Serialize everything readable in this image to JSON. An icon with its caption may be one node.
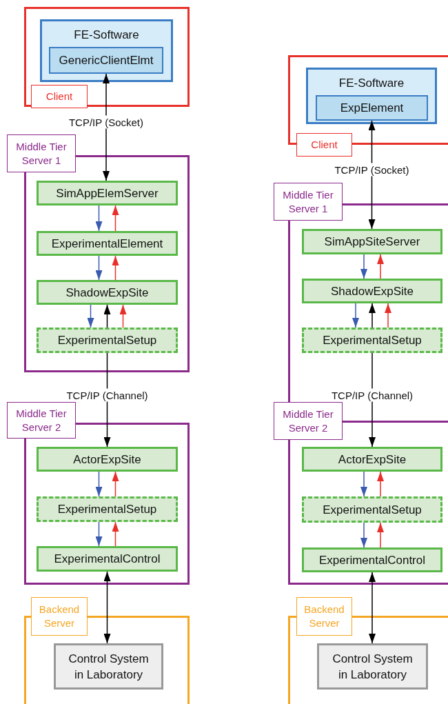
{
  "diagram": {
    "nodes": [
      {
        "text": [
          "Client"
        ]
      },
      {
        "text": [
          "FE-Software"
        ],
        "in": 0
      },
      {
        "text": [
          "GenericClientElmt"
        ],
        "in": 1
      },
      {
        "text": [
          "Middle Tier Server 1"
        ]
      },
      {
        "text": [
          "SimAppElemServer"
        ],
        "in": 3
      },
      {
        "text": [
          "ExperimentalElement"
        ],
        "in": 3
      },
      {
        "text": [
          "ShadowExpSite"
        ],
        "in": 3
      },
      {
        "text": [
          "ExperimentalSetup"
        ],
        "in": 3
      },
      {
        "text": [
          "Middle Tier Server 2"
        ]
      },
      {
        "text": [
          "ActorExpSite"
        ],
        "in": 8
      },
      {
        "text": [
          "ExperimentalSetup"
        ],
        "in": 8
      },
      {
        "text": [
          "ExperimentalControl"
        ],
        "in": 8
      },
      {
        "text": [
          "Backend Server"
        ]
      },
      {
        "text": [
          "Control System in Laboratory"
        ],
        "in": 12
      },
      {
        "text": [
          "Client"
        ]
      },
      {
        "text": [
          "FE-Software"
        ],
        "in": 14
      },
      {
        "text": [
          "ExpElement"
        ],
        "in": 15
      },
      {
        "text": [
          "Middle Tier Server 1"
        ]
      },
      {
        "text": [
          "SimAppSiteServer"
        ],
        "in": 17
      },
      {
        "text": [
          "ShadowExpSite"
        ],
        "in": 17
      },
      {
        "text": [
          "ExperimentalSetup"
        ],
        "in": 17
      },
      {
        "text": [
          "Middle Tier Server 2"
        ]
      },
      {
        "text": [
          "ActorExpSite"
        ],
        "in": 21
      },
      {
        "text": [
          "ExperimentalSetup"
        ],
        "in": 21
      },
      {
        "text": [
          "ExperimentalControl"
        ],
        "in": 21
      },
      {
        "text": [
          "Backend Server"
        ]
      },
      {
        "text": [
          "Control System in Laboratory"
        ],
        "in": 25
      }
    ],
    "edges": [
      {
        "from": 2,
        "to": 4,
        "arrow": "both",
        "label": "TCP/IP (Socket)",
        "color": "#000000"
      },
      {
        "from": 4,
        "to": 5,
        "arrow": "to",
        "color": "#3a5bb0"
      },
      {
        "from": 5,
        "to": 4,
        "arrow": "to",
        "color": "#e8302a"
      },
      {
        "from": 5,
        "to": 6,
        "arrow": "to",
        "color": "#3a5bb0"
      },
      {
        "from": 6,
        "to": 5,
        "arrow": "to",
        "color": "#e8302a"
      },
      {
        "from": 6,
        "to": 7,
        "arrow": "to",
        "color": "#3a5bb0"
      },
      {
        "from": 7,
        "to": 6,
        "arrow": "to",
        "color": "#000000"
      },
      {
        "from": 7,
        "to": 6,
        "arrow": "to",
        "color": "#e8302a"
      },
      {
        "from": 7,
        "to": 9,
        "arrow": "to",
        "label": "TCP/IP (Channel)",
        "color": "#000000"
      },
      {
        "from": 9,
        "to": 10,
        "arrow": "to",
        "color": "#3a5bb0"
      },
      {
        "from": 10,
        "to": 9,
        "arrow": "to",
        "color": "#e8302a"
      },
      {
        "from": 10,
        "to": 11,
        "arrow": "to",
        "color": "#3a5bb0"
      },
      {
        "from": 11,
        "to": 10,
        "arrow": "to",
        "color": "#e8302a"
      },
      {
        "from": 11,
        "to": 13,
        "arrow": "both",
        "color": "#000000"
      },
      {
        "from": 16,
        "to": 18,
        "arrow": "both",
        "label": "TCP/IP (Socket)",
        "color": "#000000"
      },
      {
        "from": 18,
        "to": 19,
        "arrow": "to",
        "color": "#3a5bb0"
      },
      {
        "from": 19,
        "to": 18,
        "arrow": "to",
        "color": "#e8302a"
      },
      {
        "from": 19,
        "to": 20,
        "arrow": "to",
        "color": "#3a5bb0"
      },
      {
        "from": 20,
        "to": 19,
        "arrow": "to",
        "color": "#000000"
      },
      {
        "from": 20,
        "to": 19,
        "arrow": "to",
        "color": "#e8302a"
      },
      {
        "from": 20,
        "to": 22,
        "arrow": "to",
        "label": "TCP/IP (Channel)",
        "color": "#000000"
      },
      {
        "from": 22,
        "to": 23,
        "arrow": "to",
        "color": "#3a5bb0"
      },
      {
        "from": 23,
        "to": 22,
        "arrow": "to",
        "color": "#e8302a"
      },
      {
        "from": 23,
        "to": 24,
        "arrow": "to",
        "color": "#3a5bb0"
      },
      {
        "from": 24,
        "to": 23,
        "arrow": "to",
        "color": "#e8302a"
      },
      {
        "from": 24,
        "to": 26,
        "arrow": "both",
        "color": "#000000"
      }
    ]
  }
}
